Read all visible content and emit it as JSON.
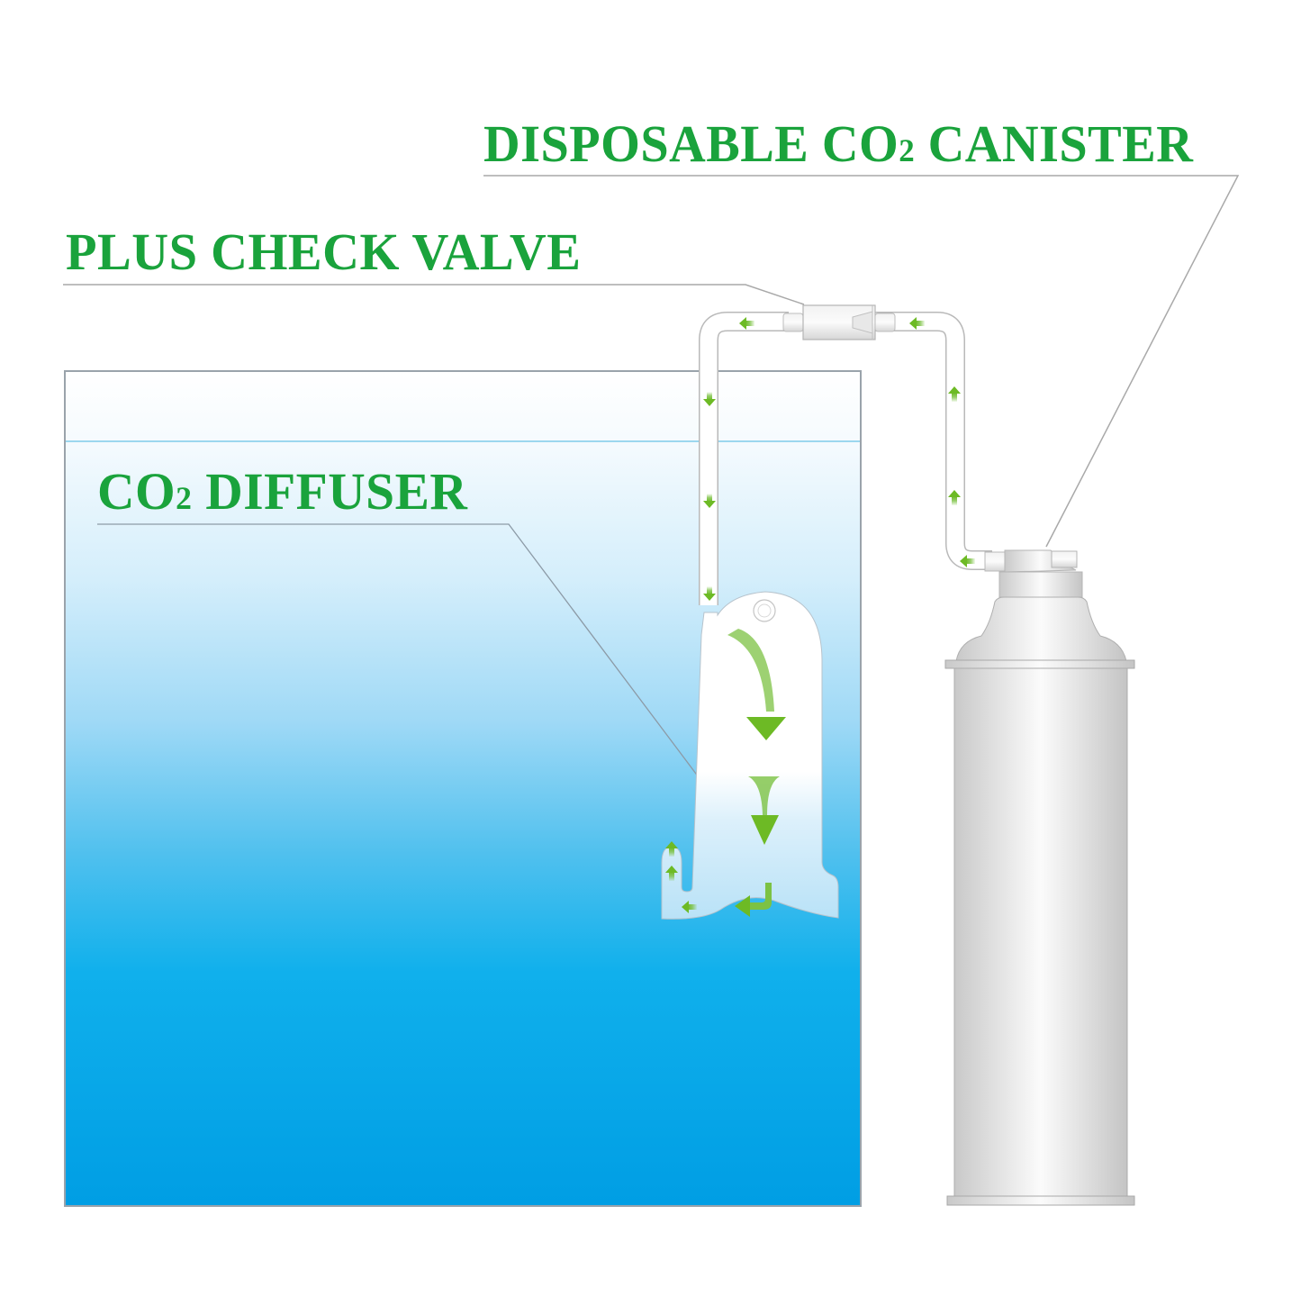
{
  "diagram": {
    "title": "CO2 injection system setup",
    "labels": {
      "canister": {
        "prefix": "DISPOSABLE CO",
        "subscript": "2",
        "suffix": " CANISTER"
      },
      "check_valve": {
        "text": "PLUS CHECK VALVE"
      },
      "diffuser": {
        "prefix": "CO",
        "subscript": "2",
        "suffix": " DIFFUSER"
      }
    },
    "components": [
      {
        "id": "canister",
        "name": "Disposable CO2 canister"
      },
      {
        "id": "check_valve",
        "name": "Plus check valve"
      },
      {
        "id": "diffuser",
        "name": "CO2 diffuser"
      },
      {
        "id": "tubing",
        "name": "CO2 tubing"
      },
      {
        "id": "aquarium",
        "name": "Aquarium tank with water"
      }
    ],
    "flow": [
      "canister",
      "tubing (up)",
      "check_valve (leftward)",
      "tubing (down into tank)",
      "diffuser (down, then left, then up and out)"
    ]
  },
  "colors": {
    "label_text": "#1aa33c",
    "leader_line": "#a9a9a9",
    "arrow_green": "#6fbe2e",
    "water_top": "#ffffff",
    "water_mid": "#8fd3f4",
    "water_bottom": "#009fe3",
    "tank_border": "#9aa3ab",
    "metal_light": "#f5f5f5",
    "metal_dark": "#c8c8c8"
  }
}
